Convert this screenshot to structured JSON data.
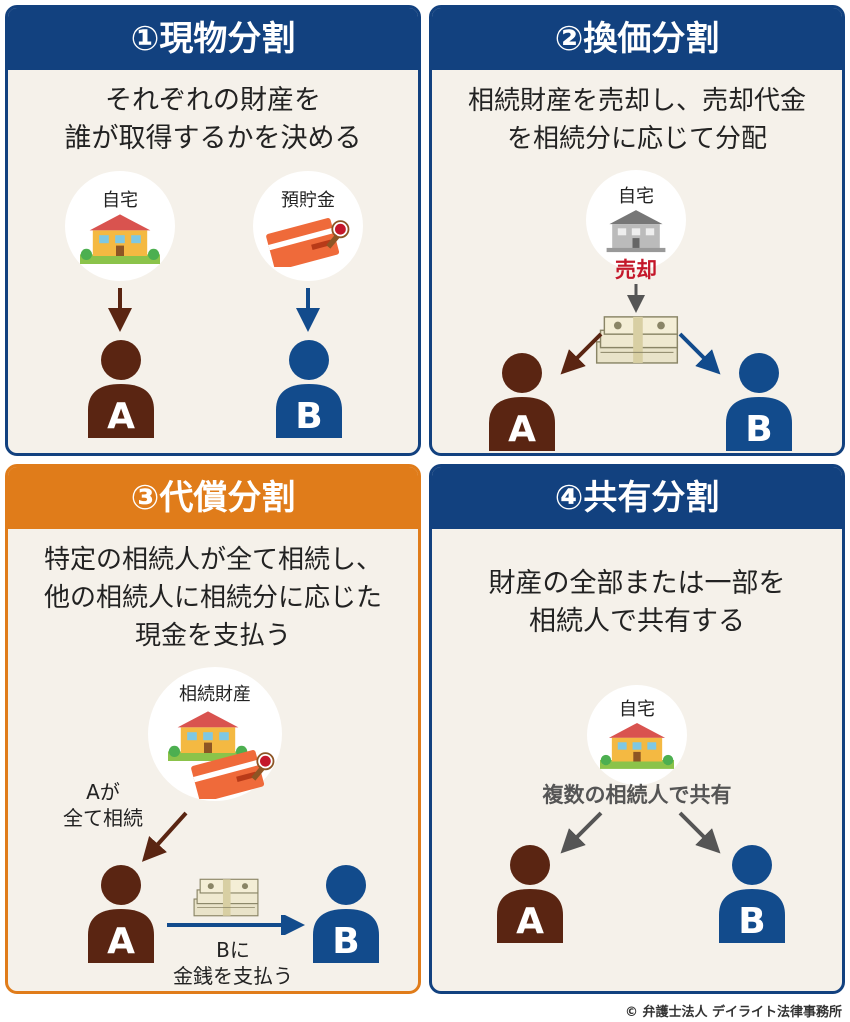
{
  "colors": {
    "navy": "#12417f",
    "orange": "#e07c1a",
    "brown": "#5a2512",
    "blue": "#124b8c",
    "panel_bg": "#f5f1ea",
    "red": "#c4172a"
  },
  "panels": [
    {
      "title": "①現物分割",
      "desc_lines": [
        "それぞれの財産を",
        "誰が取得するかを決める"
      ],
      "asset1": "自宅",
      "asset2": "預貯金",
      "person_a": "A",
      "person_b": "B"
    },
    {
      "title": "②換価分割",
      "desc_lines": [
        "相続財産を売却し、売却代金",
        "を相続分に応じて分配"
      ],
      "asset": "自宅",
      "action": "売却",
      "person_a": "A",
      "person_b": "B"
    },
    {
      "title": "③代償分割",
      "desc_lines": [
        "特定の相続人が全て相続し、",
        "他の相続人に相続分に応じた",
        "現金を支払う"
      ],
      "asset": "相続財産",
      "inherit_lines": [
        "Aが",
        "全て相続"
      ],
      "pay_lines": [
        "Bに",
        "金銭を支払う"
      ],
      "person_a": "A",
      "person_b": "B"
    },
    {
      "title": "④共有分割",
      "desc_lines": [
        "財産の全部または一部を",
        "相続人で共有する"
      ],
      "asset": "自宅",
      "share_label": "複数の相続人で共有",
      "person_a": "A",
      "person_b": "B"
    }
  ],
  "copyright": "© 弁護士法人 デイライト法律事務所"
}
